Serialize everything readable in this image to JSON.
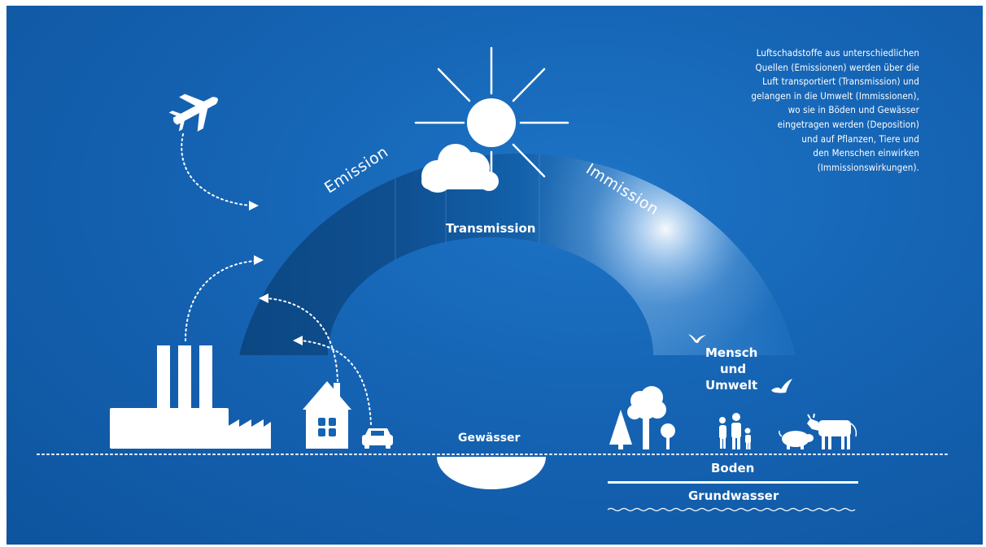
{
  "labels": {
    "emission": "Emission",
    "transmission": "Transmission",
    "immission": "Immission",
    "mensch": "Mensch",
    "und": "und",
    "umwelt": "Umwelt",
    "gewaesser": "Gewässer",
    "boden": "Boden",
    "grundwasser": "Grundwasser"
  },
  "description": [
    "Luftschadstoffe aus unterschiedlichen",
    "Quellen (Emissionen) werden über die",
    "Luft transportiert (Transmission) und",
    "gelangen in die Umwelt (Immissionen),",
    "wo sie in Böden und Gewässer",
    "eingetragen werden (Deposition)",
    "und auf Pflanzen, Tiere und",
    "den Menschen einwirken",
    "(Immissionswirkungen)."
  ],
  "icons": [
    "airplane-icon",
    "sun-icon",
    "cloud-icon",
    "factory-icon",
    "house-icon",
    "car-icon",
    "bird-icon",
    "tree-icon",
    "people-icon",
    "pig-icon",
    "cow-icon",
    "water-body-icon"
  ],
  "colors": {
    "background": "#1563b3",
    "arc_dark": "#0c4a86",
    "arc_light": "#eaf4ff",
    "foreground": "#ffffff"
  }
}
